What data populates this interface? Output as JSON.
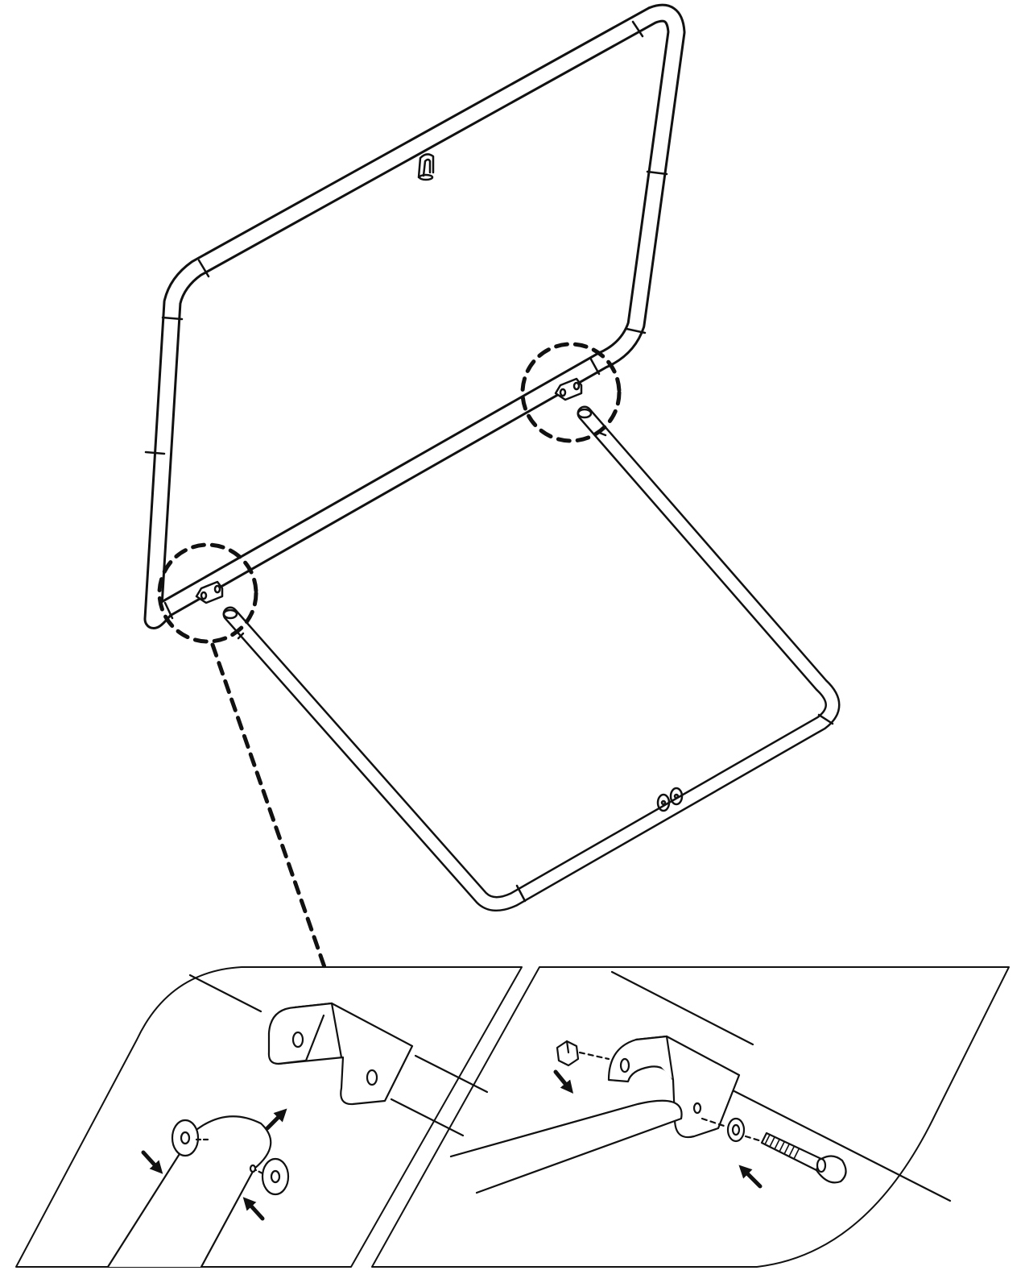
{
  "colors": {
    "ink": "#111111",
    "background": "#ffffff"
  },
  "diagram": {
    "style": "line-art assembly instruction",
    "components": [
      "upper-rectangular-frame",
      "lower-u-shaped-frame",
      "hinge-bracket",
      "washer",
      "lock-nut",
      "lock-washer",
      "threaded-bolt"
    ],
    "callouts": 2,
    "detail_panels": 2,
    "arrow_icons": [
      "arrow-up-right-icon",
      "arrow-down-right-icon",
      "arrow-up-left-icon"
    ]
  }
}
